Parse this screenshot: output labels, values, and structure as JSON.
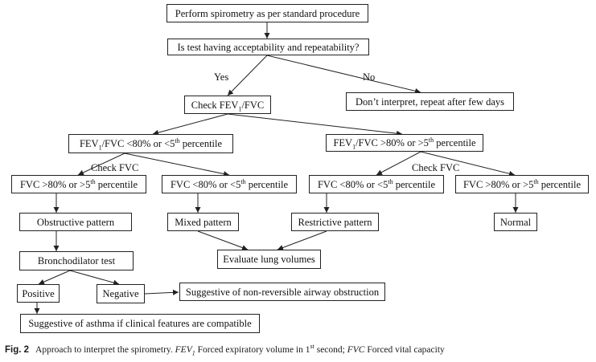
{
  "nodes": {
    "perform": "Perform spirometry as per standard procedure",
    "acceptability": "Is test having acceptability and repeatability?",
    "check_fev1": {
      "pre": "Check FEV",
      "sub": "1",
      "post": "/FVC"
    },
    "dont_interpret": "Don’t interpret, repeat after few days",
    "ratio_low": {
      "pre": "FEV",
      "sub": "1",
      "mid": "/FVC <80% or <5",
      "sup": "th",
      "post": " percentile"
    },
    "ratio_high": {
      "pre": "FEV",
      "sub": "1",
      "mid": "/FVC >80% or >5",
      "sup": "th",
      "post": " percentile"
    },
    "left_fvc_high": {
      "pre": "FVC >80% or >5",
      "sup": "th",
      "post": " percentile"
    },
    "left_fvc_low": {
      "pre": "FVC <80% or <5",
      "sup": "th",
      "post": " percentile"
    },
    "right_fvc_low": {
      "pre": "FVC <80% or <5",
      "sup": "th",
      "post": " percentile"
    },
    "right_fvc_high": {
      "pre": "FVC >80% or >5",
      "sup": "th",
      "post": " percentile"
    },
    "obstructive": "Obstructive pattern",
    "mixed": "Mixed pattern",
    "restrictive": "Restrictive pattern",
    "normal": "Normal",
    "bronchodilator": "Bronchodilator test",
    "evaluate": "Evaluate lung volumes",
    "positive": "Positive",
    "negative": "Negative",
    "non_reversible": "Suggestive of non-reversible airway obstruction",
    "asthma": "Suggestive of asthma if clinical features are compatible"
  },
  "edge_labels": {
    "yes": "Yes",
    "no": "No",
    "check_fvc_left": "Check FVC",
    "check_fvc_right": "Check FVC"
  },
  "caption": {
    "fig": "Fig. 2",
    "text1": "Approach to interpret the spirometry. ",
    "abbr1": "FEV",
    "abbr1_sub": "1",
    "text2": " Forced expiratory volume in 1",
    "text2_sup": "st",
    "text3": " second; ",
    "abbr2": "FVC",
    "text4": " Forced vital capacity"
  },
  "colors": {
    "line": "#222222",
    "text": "#111111"
  }
}
